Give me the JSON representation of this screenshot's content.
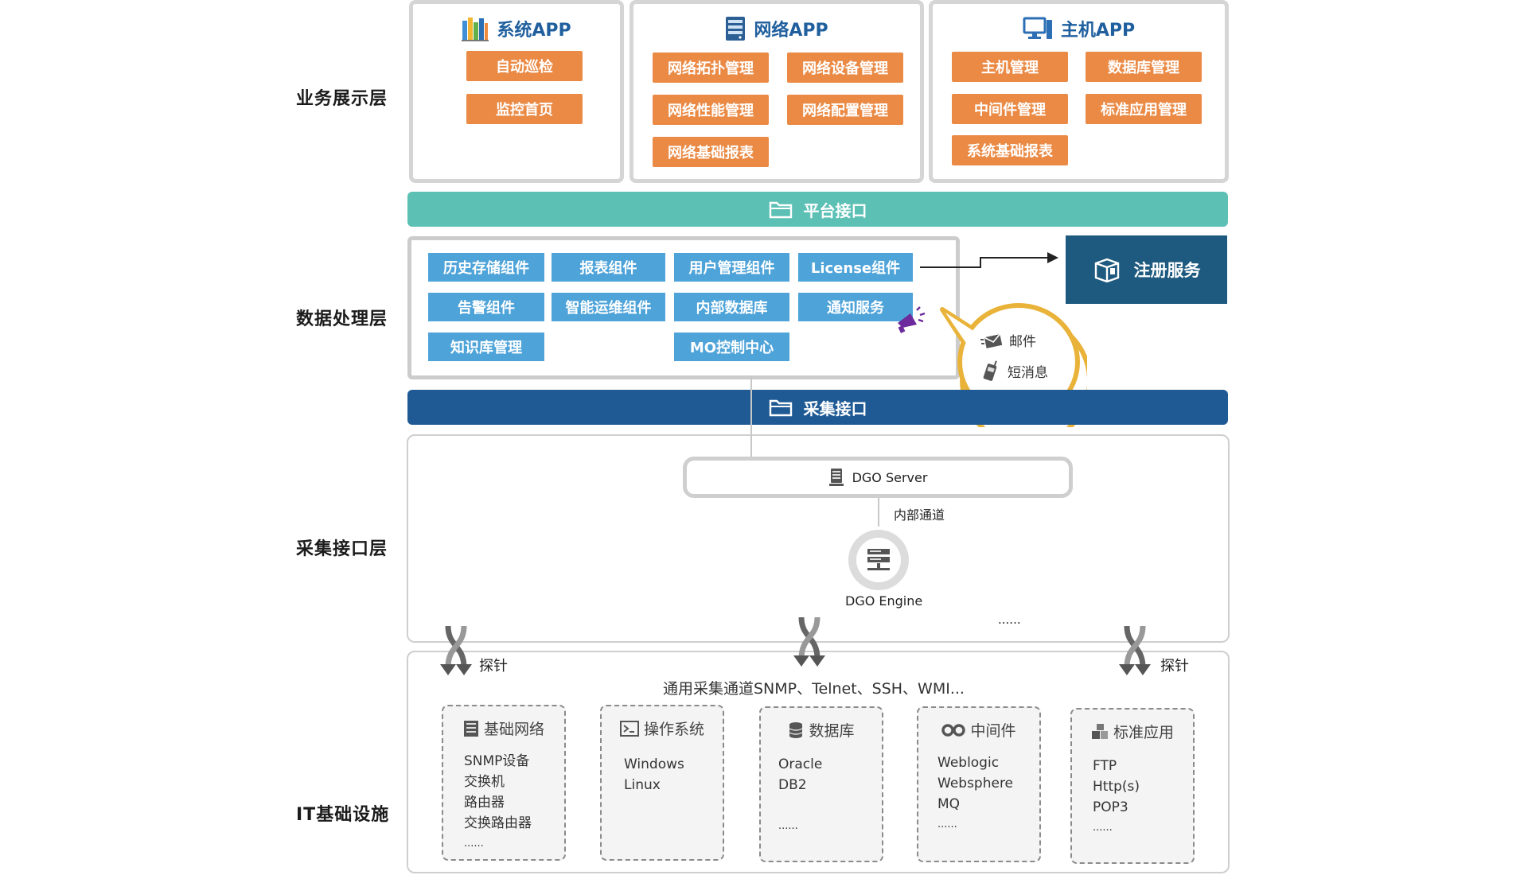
{
  "layers": {
    "presentation": "业务展示层",
    "processing": "数据处理层",
    "collection": "采集接口层",
    "infrastructure": "IT基础设施"
  },
  "apps": [
    {
      "title": "系统APP",
      "icon": "bookshelf-icon",
      "items": [
        "自动巡检",
        "监控首页"
      ]
    },
    {
      "title": "网络APP",
      "icon": "server-rack-icon",
      "items": [
        "网络拓扑管理",
        "网络设备管理",
        "网络性能管理",
        "网络配置管理",
        "网络基础报表"
      ]
    },
    {
      "title": "主机APP",
      "icon": "monitor-icon",
      "items": [
        "主机管理",
        "数据库管理",
        "中间件管理",
        "标准应用管理",
        "系统基础报表"
      ]
    }
  ],
  "platform_interface": "平台接口",
  "collection_interface": "采集接口",
  "components": [
    "历史存储组件",
    "报表组件",
    "用户管理组件",
    "License组件",
    "告警组件",
    "智能运维组件",
    "内部数据库",
    "通知服务",
    "知识库管理",
    "MO控制中心"
  ],
  "register_service": "注册服务",
  "notification_bubble": {
    "items": [
      "邮件",
      "短消息"
    ],
    "more": "......"
  },
  "collection": {
    "server": "DGO Server",
    "channel": "内部通道",
    "engine": "DGO Engine",
    "more": "......"
  },
  "probe_label": "探针",
  "generic_channels": "通用采集通道SNMP、Telnet、SSH、WMI...",
  "infra_boxes": [
    {
      "title": "基础网络",
      "icon": "network-list-icon",
      "items": [
        "SNMP设备",
        "交换机",
        "路由器",
        "交换路由器",
        "......"
      ]
    },
    {
      "title": "操作系统",
      "icon": "terminal-icon",
      "items": [
        "Windows",
        "Linux"
      ]
    },
    {
      "title": "数据库",
      "icon": "database-icon",
      "items": [
        "Oracle",
        "DB2",
        "",
        "......"
      ]
    },
    {
      "title": "中间件",
      "icon": "gears-icon",
      "items": [
        "Weblogic",
        "Websphere",
        "MQ",
        "......"
      ]
    },
    {
      "title": "标准应用",
      "icon": "blocks-icon",
      "items": [
        "FTP",
        "Http(s)",
        "POP3",
        "......"
      ]
    }
  ],
  "colors": {
    "orange": "#ea8a45",
    "light_blue": "#4ea3d9",
    "teal": "#5cc0b5",
    "navy": "#1f5a94",
    "dark_teal": "#1e5a7f",
    "bubble_border": "#e9b33a"
  }
}
